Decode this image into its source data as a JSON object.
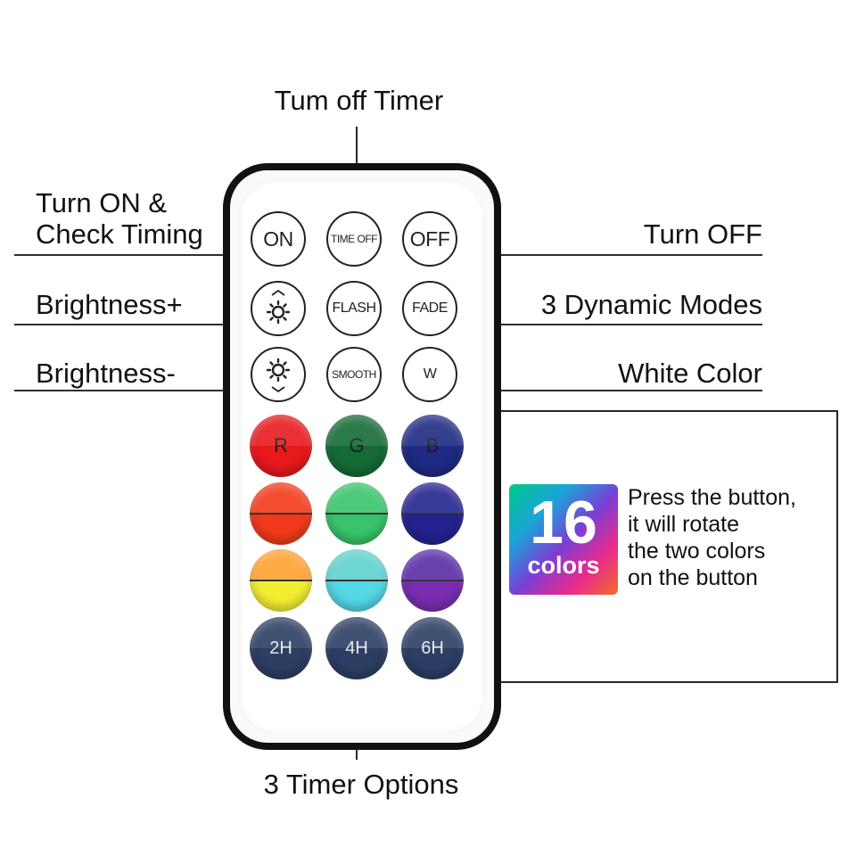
{
  "labels": {
    "timer_off": "Tum off Timer",
    "turn_on_line1": "Turn ON &",
    "turn_on_line2": "Check Timing",
    "turn_off": "Turn OFF",
    "brightness_up": "Brightness+",
    "dynamic_modes": "3 Dynamic Modes",
    "brightness_down": "Brightness-",
    "white_color": "White Color",
    "timer_options": "3 Timer Options"
  },
  "buttons": {
    "on": "ON",
    "time_off": "TIME OFF",
    "off": "OFF",
    "flash": "FLASH",
    "fade": "FADE",
    "smooth": "SMOOTH",
    "w": "W",
    "r": "R",
    "g": "G",
    "b": "B",
    "h2": "2H",
    "h4": "4H",
    "h6": "6H"
  },
  "badge": {
    "number": "16",
    "word": "colors"
  },
  "note": {
    "line1": "Press the button,",
    "line2": "it will rotate",
    "line3": "the two colors",
    "line4": "on the button"
  },
  "colors": {
    "red": "#e8191c",
    "green": "#146b35",
    "blue": "#1e2a84",
    "row2": [
      "#f23a1a",
      "#39c46a",
      "#23238f"
    ],
    "row3_top": [
      "#ffa22e",
      "#5fd2d0",
      "#5a2aa8"
    ],
    "row3_bottom": [
      "#f4ee33",
      "#55d8e6",
      "#7a2db0"
    ],
    "timer": "#2c3e63"
  }
}
